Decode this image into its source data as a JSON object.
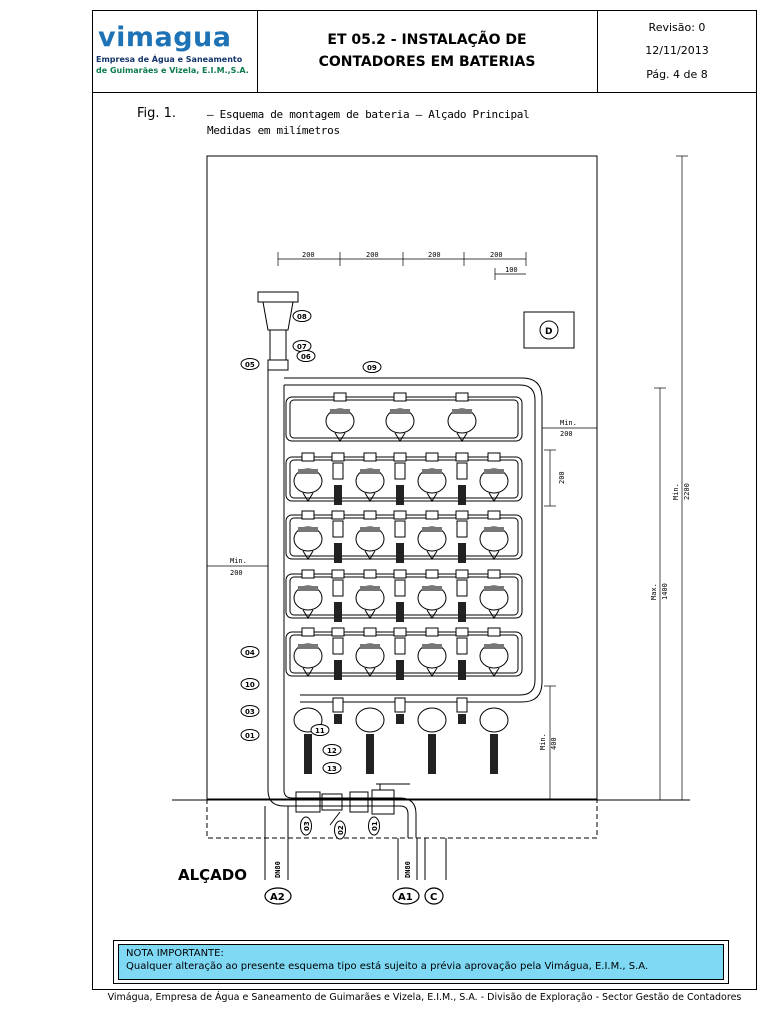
{
  "header": {
    "logo": {
      "word": "vimagua",
      "line1": "Empresa de Água e Saneamento",
      "line2": "de Guimarães e Vizela, E.I.M.,S.A."
    },
    "title_line1": "ET 05.2 - INSTALAÇÃO DE",
    "title_line2": "CONTADORES EM BATERIAS",
    "revision": "Revisão: 0",
    "date": "12/11/2013",
    "page": "Pág. 4 de 8"
  },
  "figure": {
    "label": "Fig. 1.",
    "description": "– Esquema de montagem de bateria – Alçado Principal",
    "units_note": "Medidas em milímetros",
    "view_label": "ALÇADO"
  },
  "drawing": {
    "top_dims": [
      "200",
      "200",
      "200",
      "200"
    ],
    "sub_dim": "100",
    "box_label": "D",
    "callouts": [
      "08",
      "07",
      "06",
      "05",
      "09",
      "04",
      "10",
      "03",
      "01",
      "11",
      "12",
      "13"
    ],
    "bottom_callouts": [
      "03",
      "02",
      "01"
    ],
    "right_min": {
      "line1": "Min.",
      "line2": "200"
    },
    "left_min": {
      "line1": "Min.",
      "line2": "200"
    },
    "row_spacing": "200",
    "max_height": {
      "line1": "Max.",
      "line2": "1400"
    },
    "min_height_total": {
      "line1": "Min.",
      "line2": "2200"
    },
    "min_bottom": {
      "line1": "Min.",
      "line2": "400"
    },
    "pipe_labels": [
      "DN80",
      "DN80"
    ],
    "connection_labels": [
      "A2",
      "A1",
      "C"
    ]
  },
  "note": {
    "heading": "NOTA IMPORTANTE:",
    "text": "Qualquer alteração ao presente esquema tipo está sujeito a prévia aprovação pela Vimágua, E.I.M., S.A."
  },
  "footer": {
    "text": "Vimágua, Empresa de Água e Saneamento de Guimarães e Vizela, E.I.M., S.A. - Divisão de Exploração - Sector Gestão de Contadores"
  },
  "colors": {
    "logo_blue": "#1e73b7",
    "logo_navy": "#12356b",
    "logo_green": "#0c7c4e",
    "note_bg": "#7fd9f5"
  }
}
